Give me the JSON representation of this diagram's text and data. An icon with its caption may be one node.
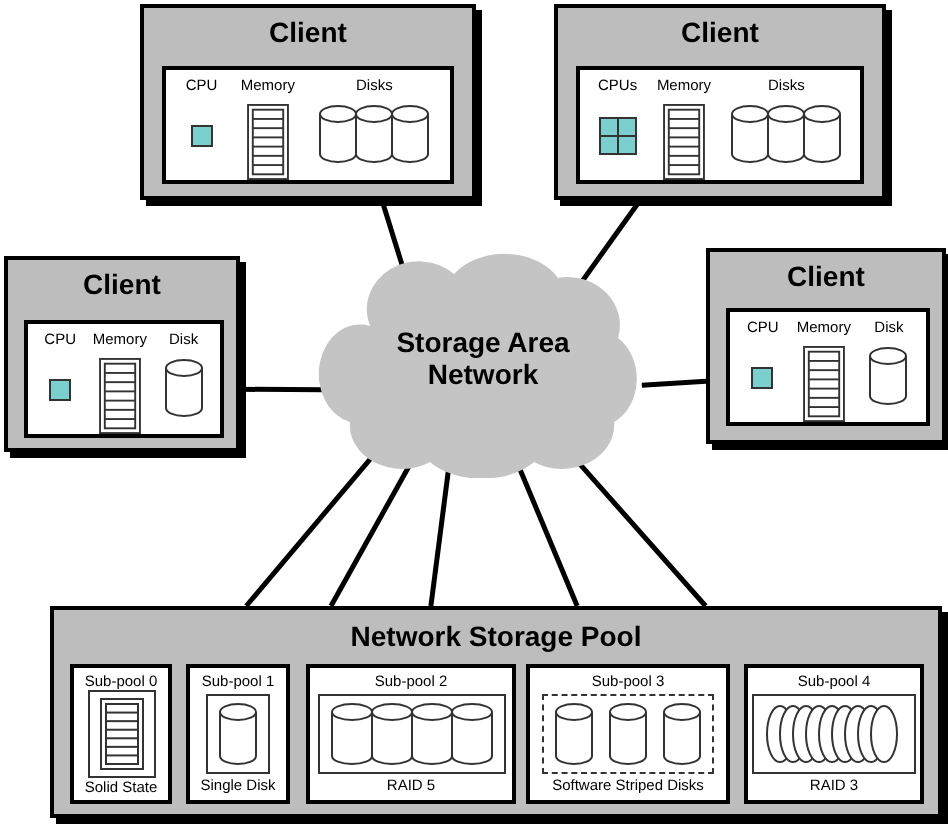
{
  "diagram": {
    "nodes": [
      {
        "text": [
          "Client"
        ]
      },
      {
        "text": [
          "CPU",
          "Memory",
          "Disks"
        ],
        "in": 0
      },
      {
        "text": [
          "Client"
        ]
      },
      {
        "text": [
          "CPUs",
          "Memory",
          "Disks"
        ],
        "in": 2
      },
      {
        "text": [
          "Client"
        ]
      },
      {
        "text": [
          "CPU",
          "Memory",
          "Disk"
        ],
        "in": 4
      },
      {
        "text": [
          "Client"
        ]
      },
      {
        "text": [
          "CPU",
          "Memory",
          "Disk"
        ],
        "in": 6
      },
      {
        "text": [
          "Storage Area Network"
        ]
      },
      {
        "text": [
          "Network Storage Pool"
        ]
      },
      {
        "text": [
          "Sub-pool 0",
          "Solid State"
        ],
        "in": 9
      },
      {
        "text": [
          "Sub-pool 1",
          "Single Disk"
        ],
        "in": 9
      },
      {
        "text": [
          "Sub-pool 2",
          "RAID 5"
        ],
        "in": 9
      },
      {
        "text": [
          "Sub-pool 3",
          "Software Striped Disks"
        ],
        "in": 9
      },
      {
        "text": [
          "Sub-pool 4",
          "RAID 3"
        ],
        "in": 9
      }
    ],
    "edges": [
      {
        "from": 0,
        "to": 8,
        "arrow": "none"
      },
      {
        "from": 2,
        "to": 8,
        "arrow": "none"
      },
      {
        "from": 4,
        "to": 8,
        "arrow": "none"
      },
      {
        "from": 6,
        "to": 8,
        "arrow": "none"
      },
      {
        "from": 8,
        "to": 9,
        "arrow": "none"
      },
      {
        "from": 8,
        "to": 9,
        "arrow": "none"
      },
      {
        "from": 8,
        "to": 9,
        "arrow": "none"
      },
      {
        "from": 8,
        "to": 9,
        "arrow": "none"
      },
      {
        "from": 8,
        "to": 9,
        "arrow": "none"
      }
    ]
  }
}
